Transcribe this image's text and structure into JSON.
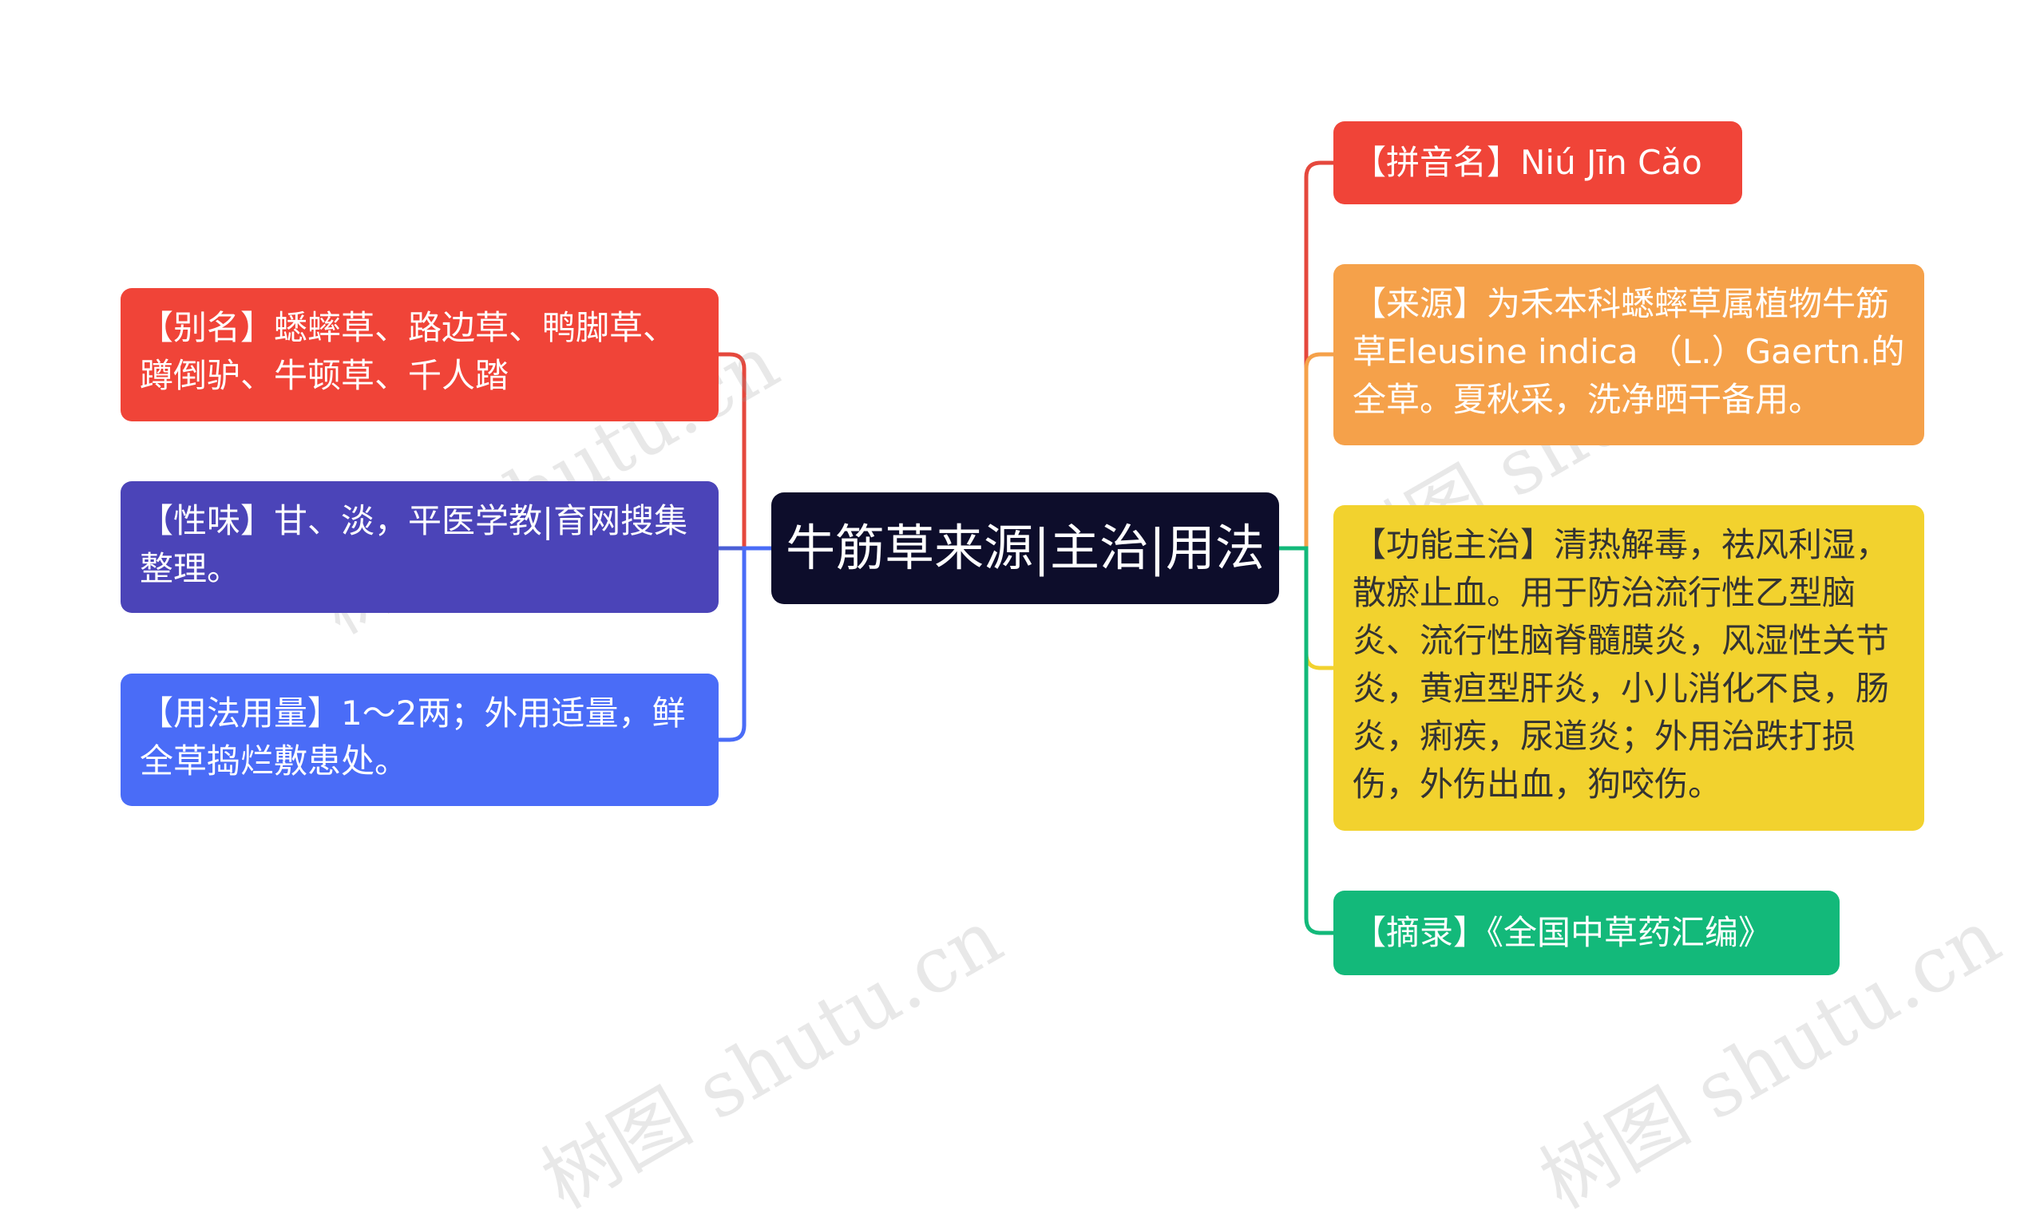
{
  "center": {
    "title": "牛筋草来源|主治|用法",
    "color": "#0d0d2b"
  },
  "left_nodes": [
    {
      "id": "alias",
      "text": "【别名】蟋蟀草、路边草、鸭脚草、蹲倒驴、牛顿草、千人踏",
      "color": "#f04438",
      "line_color": "#e5483d"
    },
    {
      "id": "nature-flavor",
      "text": "【性味】甘、淡，平医学教|育网搜集整理。",
      "color": "#4b44b8",
      "line_color": "#4b5fd6"
    },
    {
      "id": "usage-dosage",
      "text": "【用法用量】1～2两；外用适量，鲜全草捣烂敷患处。",
      "color": "#4a6cf7",
      "line_color": "#4a6cf7"
    }
  ],
  "right_nodes": [
    {
      "id": "pinyin",
      "text": "【拼音名】Niú Jīn Cǎo",
      "color": "#f04438",
      "line_color": "#e5483d"
    },
    {
      "id": "source",
      "text": "【来源】为禾本科蟋蟀草属植物牛筋草Eleusine indica （L.）Gaertn.的全草。夏秋采，洗净晒干备用。",
      "color": "#f5a14a",
      "line_color": "#f5a14a"
    },
    {
      "id": "function",
      "text": "【功能主治】清热解毒，祛风利湿，散瘀止血。用于防治流行性乙型脑炎、流行性脑脊髓膜炎，风湿性关节炎，黄疸型肝炎，小儿消化不良，肠炎，痢疾，尿道炎；外用治跌打损伤，外伤出血，狗咬伤。",
      "color": "#f2d22e",
      "line_color": "#f2d22e"
    },
    {
      "id": "excerpt",
      "text": "【摘录】《全国中草药汇编》",
      "color": "#13b97a",
      "line_color": "#13b97a"
    }
  ],
  "watermarks": [
    "树图 shutu.cn",
    "树图 shutu.cn",
    "树图 shutu.cn",
    "树图 shutu.cn"
  ]
}
